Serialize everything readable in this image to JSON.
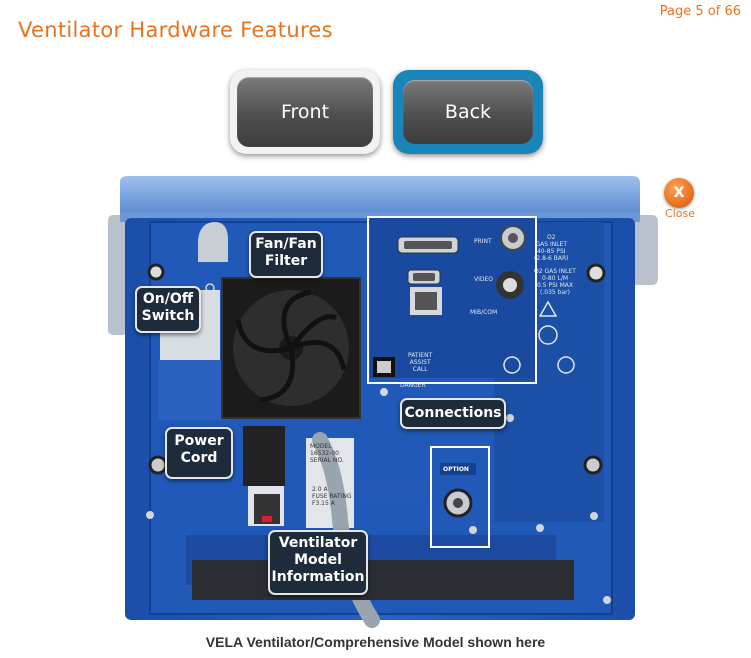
{
  "header": {
    "page_indicator": "Page 5 of 66",
    "title": "Ventilator Hardware Features"
  },
  "tabs": [
    {
      "label": "Front",
      "active": false
    },
    {
      "label": "Back",
      "active": true
    }
  ],
  "close": {
    "icon_glyph": "X",
    "label": "Close",
    "color": "#e8731f"
  },
  "callouts": {
    "fan": [
      "Fan/Fan",
      "Filter"
    ],
    "onoff": [
      "On/Off",
      "Switch"
    ],
    "connections": [
      "Connections"
    ],
    "power": [
      "Power",
      "Cord"
    ],
    "model": [
      "Ventilator",
      "Model",
      "Information"
    ]
  },
  "panel_labels": {
    "print": "PRINT",
    "video": "VIDEO",
    "mib_com": "MIB/COM",
    "patient_assist": [
      "PATIENT",
      "ASSIST",
      "CALL"
    ],
    "option": "OPTION",
    "o2_inlet": [
      "O2",
      "GAS INLET",
      "40-85 PSI",
      "(2.8-6 BAR)"
    ],
    "o2_low": [
      "O2 GAS INLET",
      "0-80 L/M",
      "0.5 PSI MAX",
      "(.035 bar)"
    ],
    "danger": "DANGER",
    "model_tag": [
      "MODEL",
      "16532-00",
      "SERIAL NO."
    ],
    "fuse": [
      "2.0 A",
      "FUSE RATING",
      "F3.15 A"
    ]
  },
  "caption": "VELA Ventilator/Comprehensive Model shown here",
  "colors": {
    "accent": "#e8731f",
    "device_blue": "#1f57b5",
    "device_top": "#7ba6e0",
    "callout_bg": "#1e2b3a",
    "active_tab_ring": "#1a85b8"
  }
}
